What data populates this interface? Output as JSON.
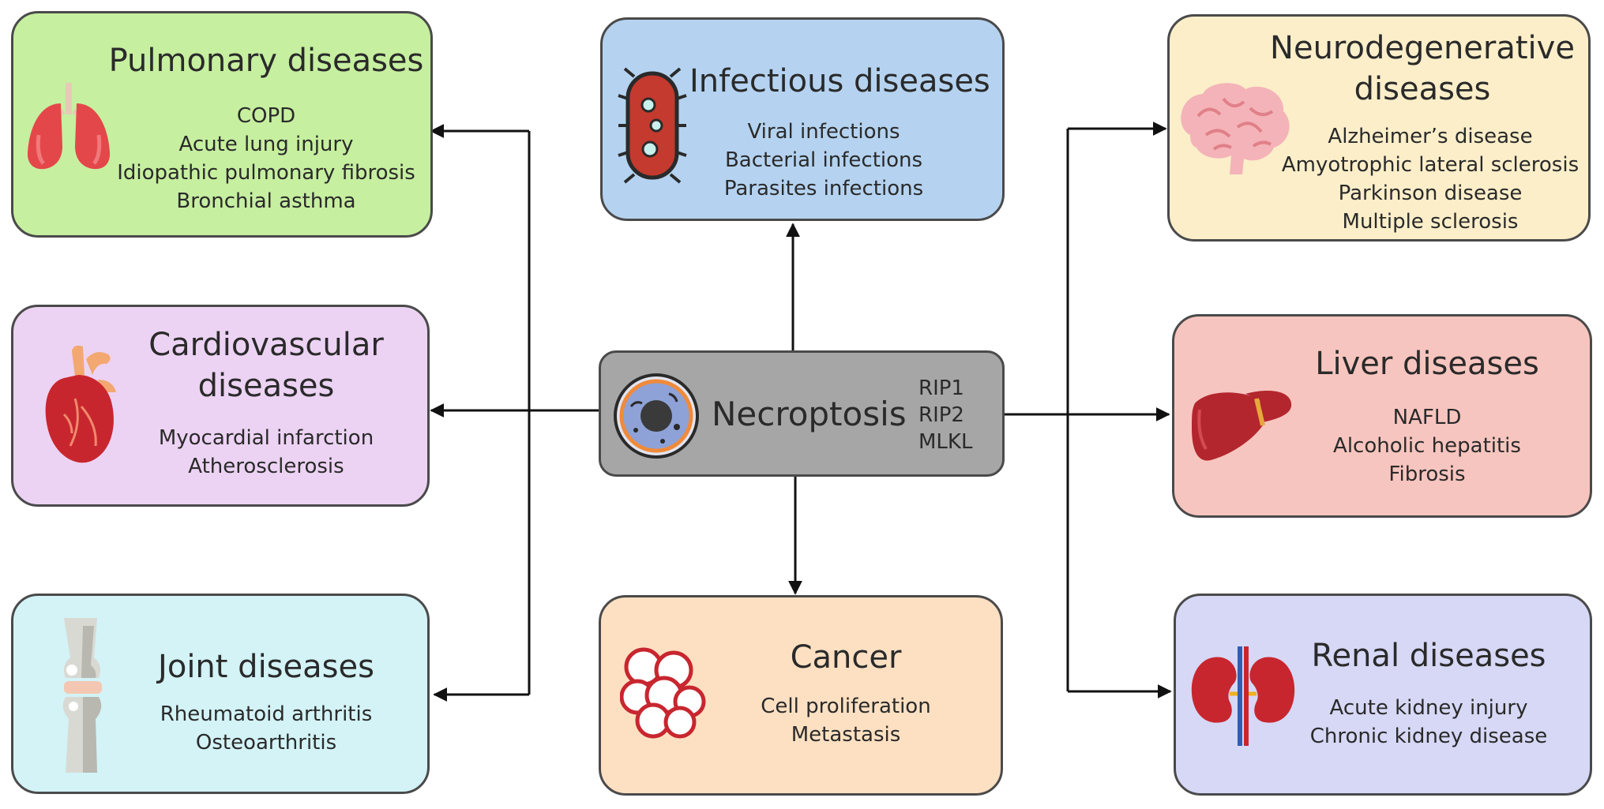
{
  "center": {
    "title": "Necroptosis",
    "markers": [
      "RIP1",
      "RIP2",
      "MLKL"
    ],
    "icon": "cell-icon",
    "fill": "#a6a6a6"
  },
  "pulmonary": {
    "title": "Pulmonary diseases",
    "items": [
      "COPD",
      "Acute lung injury",
      "Idiopathic pulmonary fibrosis",
      "Bronchial asthma"
    ],
    "icon": "lungs-icon",
    "fill": "#c6efa0"
  },
  "cardiovascular": {
    "title_lines": [
      "Cardiovascular",
      "diseases"
    ],
    "items": [
      "Myocardial infarction",
      "Atherosclerosis"
    ],
    "icon": "heart-icon",
    "fill": "#ecd3f3"
  },
  "joint": {
    "title": "Joint diseases",
    "items": [
      "Rheumatoid arthritis",
      "Osteoarthritis"
    ],
    "icon": "joint-icon",
    "fill": "#d3f3f6"
  },
  "infectious": {
    "title": "Infectious diseases",
    "items": [
      "Viral infections",
      "Bacterial infections",
      "Parasites infections"
    ],
    "icon": "bacterium-icon",
    "fill": "#b5d3f0"
  },
  "cancer": {
    "title": "Cancer",
    "items": [
      "Cell proliferation",
      "Metastasis"
    ],
    "icon": "cell-cluster-icon",
    "fill": "#fde0c2"
  },
  "neuro": {
    "title_lines": [
      "Neurodegenerative",
      "diseases"
    ],
    "items": [
      "Alzheimer’s disease",
      "Amyotrophic lateral sclerosis",
      "Parkinson disease",
      "Multiple sclerosis"
    ],
    "icon": "brain-icon",
    "fill": "#fbeec9"
  },
  "liver": {
    "title": "Liver diseases",
    "items": [
      "NAFLD",
      "Alcoholic hepatitis",
      "Fibrosis"
    ],
    "icon": "liver-icon",
    "fill": "#f7c5bf"
  },
  "renal": {
    "title": "Renal diseases",
    "items": [
      "Acute kidney injury",
      "Chronic kidney disease"
    ],
    "icon": "kidneys-icon",
    "fill": "#d6d8f6"
  }
}
